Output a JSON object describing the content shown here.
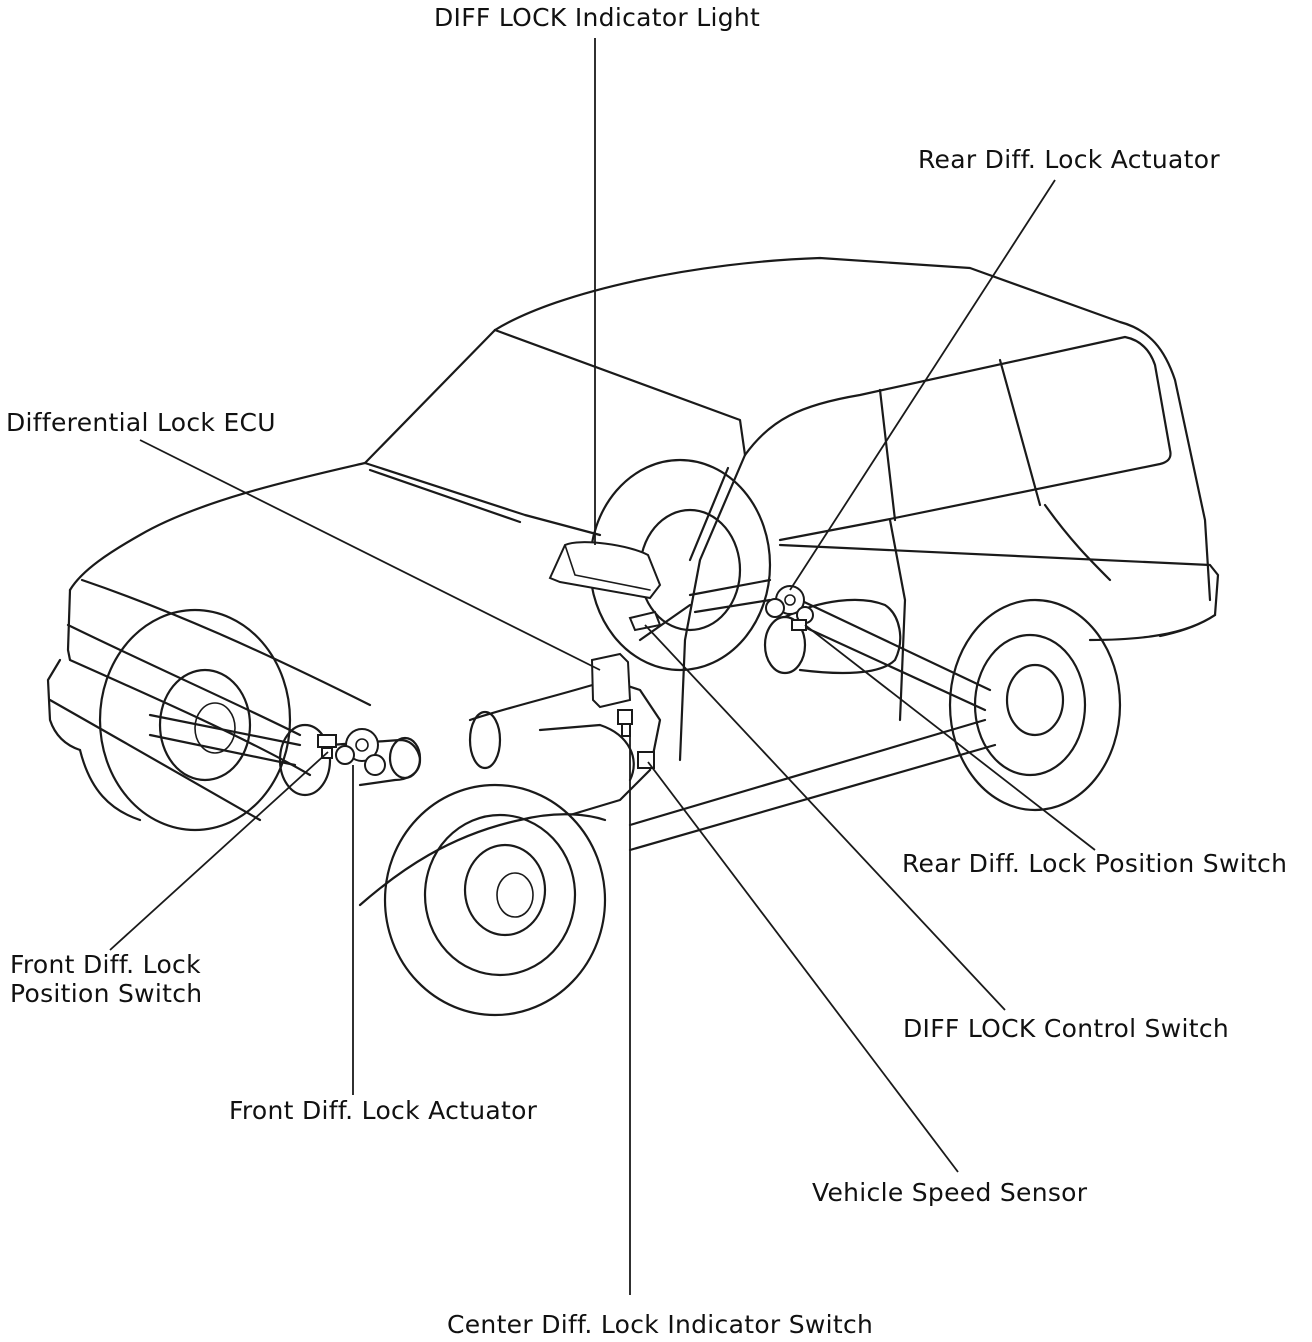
{
  "labels": {
    "diff_lock_indicator_light": "DIFF LOCK Indicator Light",
    "rear_diff_lock_actuator": "Rear Diff. Lock Actuator",
    "differential_lock_ecu": "Differential Lock ECU",
    "rear_diff_lock_position_switch": "Rear Diff. Lock Position Switch",
    "front_diff_lock_position_switch_line1": "Front Diff. Lock",
    "front_diff_lock_position_switch_line2": "Position Switch",
    "diff_lock_control_switch": "DIFF LOCK Control Switch",
    "front_diff_lock_actuator": "Front Diff. Lock Actuator",
    "vehicle_speed_sensor": "Vehicle Speed Sensor",
    "center_diff_lock_indicator_switch": "Center Diff. Lock Indicator Switch"
  },
  "colors": {
    "line": "#1a1a1a",
    "text": "#111111",
    "background": "#ffffff"
  }
}
